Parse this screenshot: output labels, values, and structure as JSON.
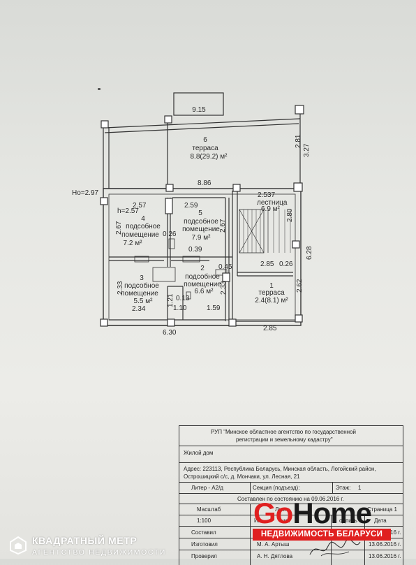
{
  "plan": {
    "overall_width": "9.15",
    "terrace_6_num": "6",
    "terrace_6_name": "терраса",
    "terrace_6_area": "8.8(29.2) м²",
    "dim_281": "2.81",
    "dim_327": "3.27",
    "ho": "Ho=2.97",
    "dim_886": "8.86",
    "dim_257": "2.57",
    "h_label": "h=2.57",
    "room4_num": "4",
    "room4_name1": "подсобное",
    "room4_name2": "помещение",
    "room4_area": "7.2 м²",
    "dim_267a": "2.67",
    "dim_026a": "0.26",
    "dim_259": "2.59",
    "room5_num": "5",
    "room5_name1": "подсобное",
    "room5_name2": "помещение",
    "room5_area": "7.9 м²",
    "dim_267b": "2.67",
    "dim_2537": "2.537",
    "stair_name": "лестница",
    "stair_area": "6.9 м²",
    "dim_280": "2.80",
    "dim_628": "6.28",
    "dim_039": "0.39",
    "dim_285a": "2.85",
    "dim_026b": "0.26",
    "dim_045": "0.45",
    "room2_num": "2",
    "room2_name1": "подсобное",
    "room2_name2": "помещение",
    "room2_area": "6.6 м²",
    "room3_num": "3",
    "room3_name1": "подсобное",
    "room3_name2": "помещение",
    "room3_area": "5.5 м²",
    "dim_233a": "2.33",
    "dim_233b": "2.33",
    "dim_262": "2.62",
    "terrace_1_num": "1",
    "terrace_1_name": "терраса",
    "terrace_1_area": "2.4(8.1) м²",
    "dim_013": "0.13",
    "dim_121": "1.21",
    "dim_234": "2.34",
    "dim_110": "1.10",
    "dim_159": "1.59",
    "dim_630": "6.30",
    "dim_285b": "2.85"
  },
  "stamp": {
    "org_line1": "РУП \"Минское областное агентство по государственной",
    "org_line2": "регистрации и земельному кадастру\"",
    "object": "Жилой дом",
    "address_line1": "Адрес: 223113, Республика Беларусь, Минская область, Логойский район,",
    "address_line2": "Острошицкий с/с, д. Мончаки, ул. Лесная, 21",
    "liter": "Литер - А2/д",
    "section": "Секция (подъезд):",
    "floor_label": "Этаж:",
    "floor_value": "1",
    "state_date": "Составлен по состоянию на 09.06.2016 г.",
    "scale_label": "Масштаб",
    "scale_value": "1:100",
    "list_label": "Лист",
    "pages_label": "Страница 1",
    "compiled_label": "Составил",
    "made_label": "Изготовил",
    "made_name": "М. А. Артыш",
    "made_date": "13.06.2016 г.",
    "checked_label": "Проверил",
    "checked_name": "А. Н. Дятлова",
    "checked_date": "13.06.2016 г.",
    "compiled_date": "13.06.2016 г.",
    "ini_text": "Ин",
    "cia_text": "ция",
    "podpis_text": "одпись",
    "data_text": "Дата"
  },
  "watermark": {
    "go_red": "Go",
    "go_black": "Home",
    "band": "НЕДВИЖИМОСТЬ БЕЛАРУСИ"
  },
  "logo": {
    "title": "КВАДРАТНЫЙ МЕТР",
    "subtitle": "АГЕНТСТВО НЕДВИЖИМОСТИ"
  },
  "colors": {
    "brand_red": "#e02020",
    "ink": "#2a2a2a",
    "paper": "#e6e7e3"
  }
}
